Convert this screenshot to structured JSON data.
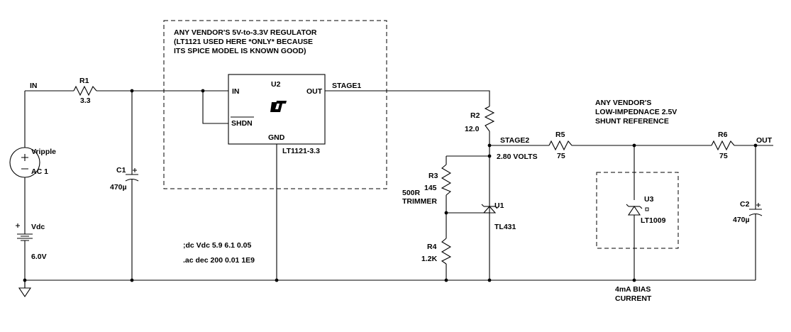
{
  "nets": {
    "in": "IN",
    "stage1": "STAGE1",
    "stage2": "STAGE2",
    "out": "OUT",
    "stage2_voltage": "2.80 VOLTS"
  },
  "components": {
    "r1": {
      "ref": "R1",
      "value": "3.3"
    },
    "r2": {
      "ref": "R2",
      "value": "12.0"
    },
    "r3": {
      "ref": "R3",
      "value": "145",
      "note1": "500R",
      "note2": "TRIMMER"
    },
    "r4": {
      "ref": "R4",
      "value": "1.2K"
    },
    "r5": {
      "ref": "R5",
      "value": "75"
    },
    "r6": {
      "ref": "R6",
      "value": "75"
    },
    "c1": {
      "ref": "C1",
      "value": "470µ"
    },
    "c2": {
      "ref": "C2",
      "value": "470µ"
    },
    "vripple": {
      "ref": "Vripple",
      "value": "AC 1"
    },
    "vdc": {
      "ref": "Vdc",
      "value": "6.0V"
    },
    "u1": {
      "ref": "U1",
      "value": "TL431"
    },
    "u3": {
      "ref": "U3",
      "value": "LT1009"
    },
    "u2": {
      "ref": "U2",
      "value": "LT1121-3.3",
      "pin_in": "IN",
      "pin_out": "OUT",
      "pin_shdn": "SHDN",
      "pin_gnd": "GND",
      "logo": "LT"
    }
  },
  "notes": {
    "regulator": [
      "ANY VENDOR'S 5V-to-3.3V REGULATOR",
      "(LT1121 USED HERE *ONLY* BECAUSE",
      "ITS SPICE MODEL IS KNOWN GOOD)"
    ],
    "reference": [
      "ANY VENDOR'S",
      "LOW-IMPEDNACE 2.5V",
      "SHUNT REFERENCE"
    ],
    "bias": [
      "4mA BIAS",
      "CURRENT"
    ],
    "spice": [
      ";dc Vdc 5.9 6.1 0.05",
      ".ac dec 200 0.01 1E9"
    ]
  }
}
